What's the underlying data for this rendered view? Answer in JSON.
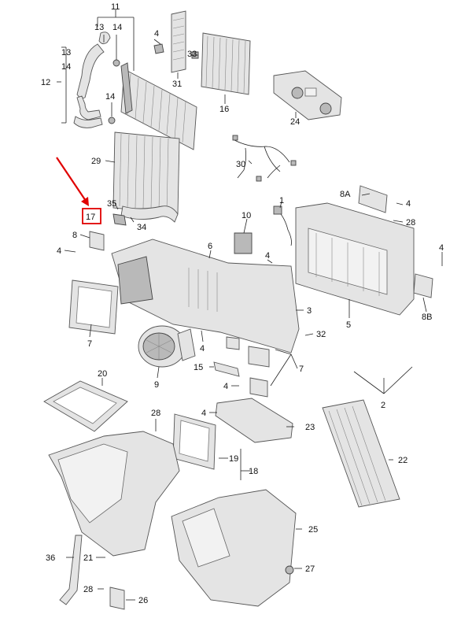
{
  "callouts": {
    "c11": "11",
    "c13a": "13",
    "c14a": "14",
    "c13b": "13",
    "c14b": "14",
    "c12": "12",
    "c14c": "14",
    "c4a": "4",
    "c31": "31",
    "c33": "33",
    "c16": "16",
    "c24": "24",
    "c29": "29",
    "c30": "30",
    "c35": "35",
    "c34": "34",
    "c17": "17",
    "c1": "1",
    "c10": "10",
    "c8a": "8A",
    "c4b": "4",
    "c28a": "28",
    "c8": "8",
    "c4c": "4",
    "c6": "6",
    "c4d": "4",
    "c4e": "4",
    "c3": "3",
    "c5": "5",
    "c8b": "8B",
    "c32": "32",
    "c4f": "4",
    "c7a": "7",
    "c15": "15",
    "c7b": "7",
    "c9": "9",
    "c4g": "4",
    "c2": "2",
    "c20": "20",
    "c28b": "28",
    "c4h": "4",
    "c23": "23",
    "c19": "19",
    "c18": "18",
    "c22": "22",
    "c25": "25",
    "c27": "27",
    "c36": "36",
    "c21": "21",
    "c28c": "28",
    "c26": "26"
  },
  "highlight_color": "#e00000"
}
